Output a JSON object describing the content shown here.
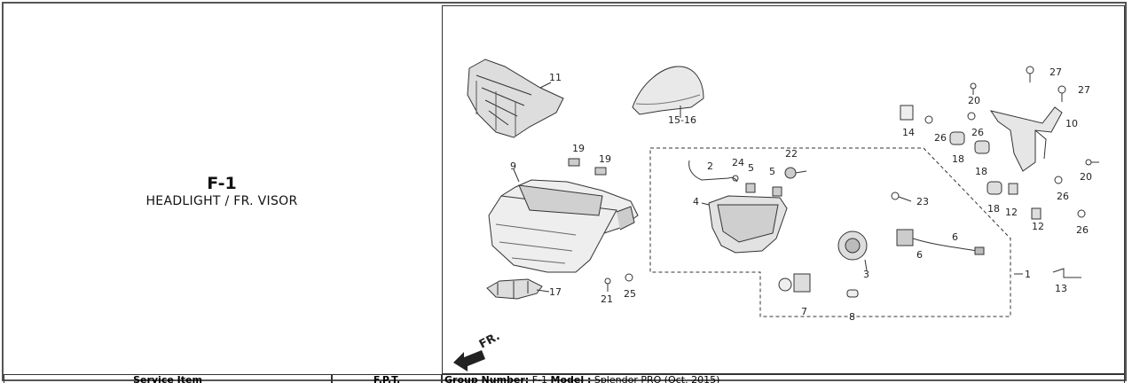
{
  "diagram": {
    "code": "F-1",
    "name": "HEADLIGHT / FR. VISOR",
    "direction_label": "FR.",
    "callouts": [
      "11",
      "15-16",
      "27",
      "27",
      "20",
      "10",
      "14",
      "26",
      "26",
      "18",
      "18",
      "19",
      "19",
      "9",
      "2",
      "24",
      "5",
      "5",
      "22",
      "4",
      "23",
      "18",
      "12",
      "26",
      "20",
      "26",
      "12",
      "6",
      "6",
      "3",
      "1",
      "13",
      "17",
      "21",
      "25",
      "7",
      "8"
    ]
  },
  "table": {
    "service_item_header": "Service Item",
    "fpt_header": "F.P.T.",
    "group_number_label": "Group Number:",
    "group_number_value": "F-1",
    "model_label": "Model :",
    "model_value": "Splendor PRO (Oct. 2015)"
  }
}
